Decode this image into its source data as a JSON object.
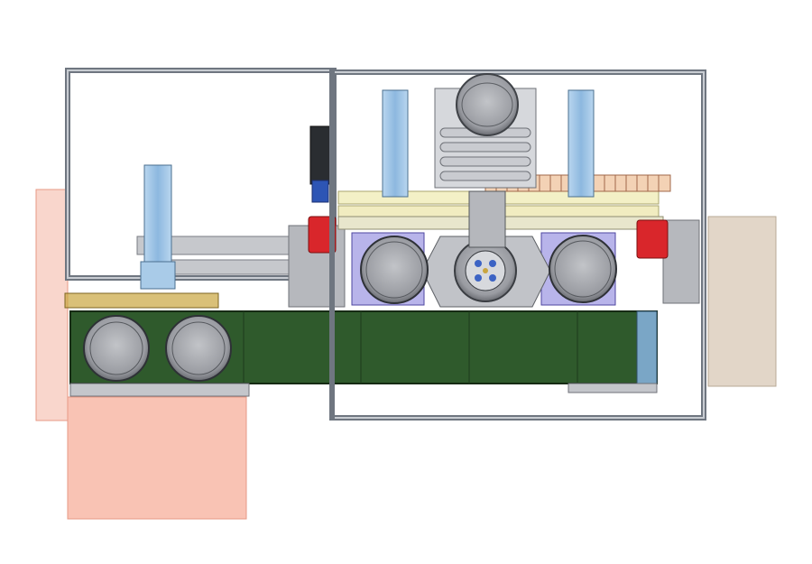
{
  "drawing": {
    "view": "top view",
    "colors": {
      "frame": "#6f7680",
      "frame_light": "#c8ccd2",
      "conveyor_belt": "#2f5a2c",
      "cylinder_blue": "#9fc7e8",
      "guard_pink": "#f9c3b4",
      "panel_tan": "#e2d6c8",
      "bracket_red": "#d9262b",
      "clamp_purple": "#5e55c9",
      "yellow_rail": "#f3f0c6",
      "cable_chain": "#e8b388",
      "wood_gold": "#c9a53f"
    },
    "components": [
      "left-enclosure-frame",
      "right-enclosure-frame",
      "belt-conveyor",
      "pneumatic-cylinder",
      "servo-motor",
      "can-lid",
      "cable-chain",
      "drum-magazine",
      "rotary-indexer",
      "safety-guard",
      "side-panel"
    ]
  }
}
